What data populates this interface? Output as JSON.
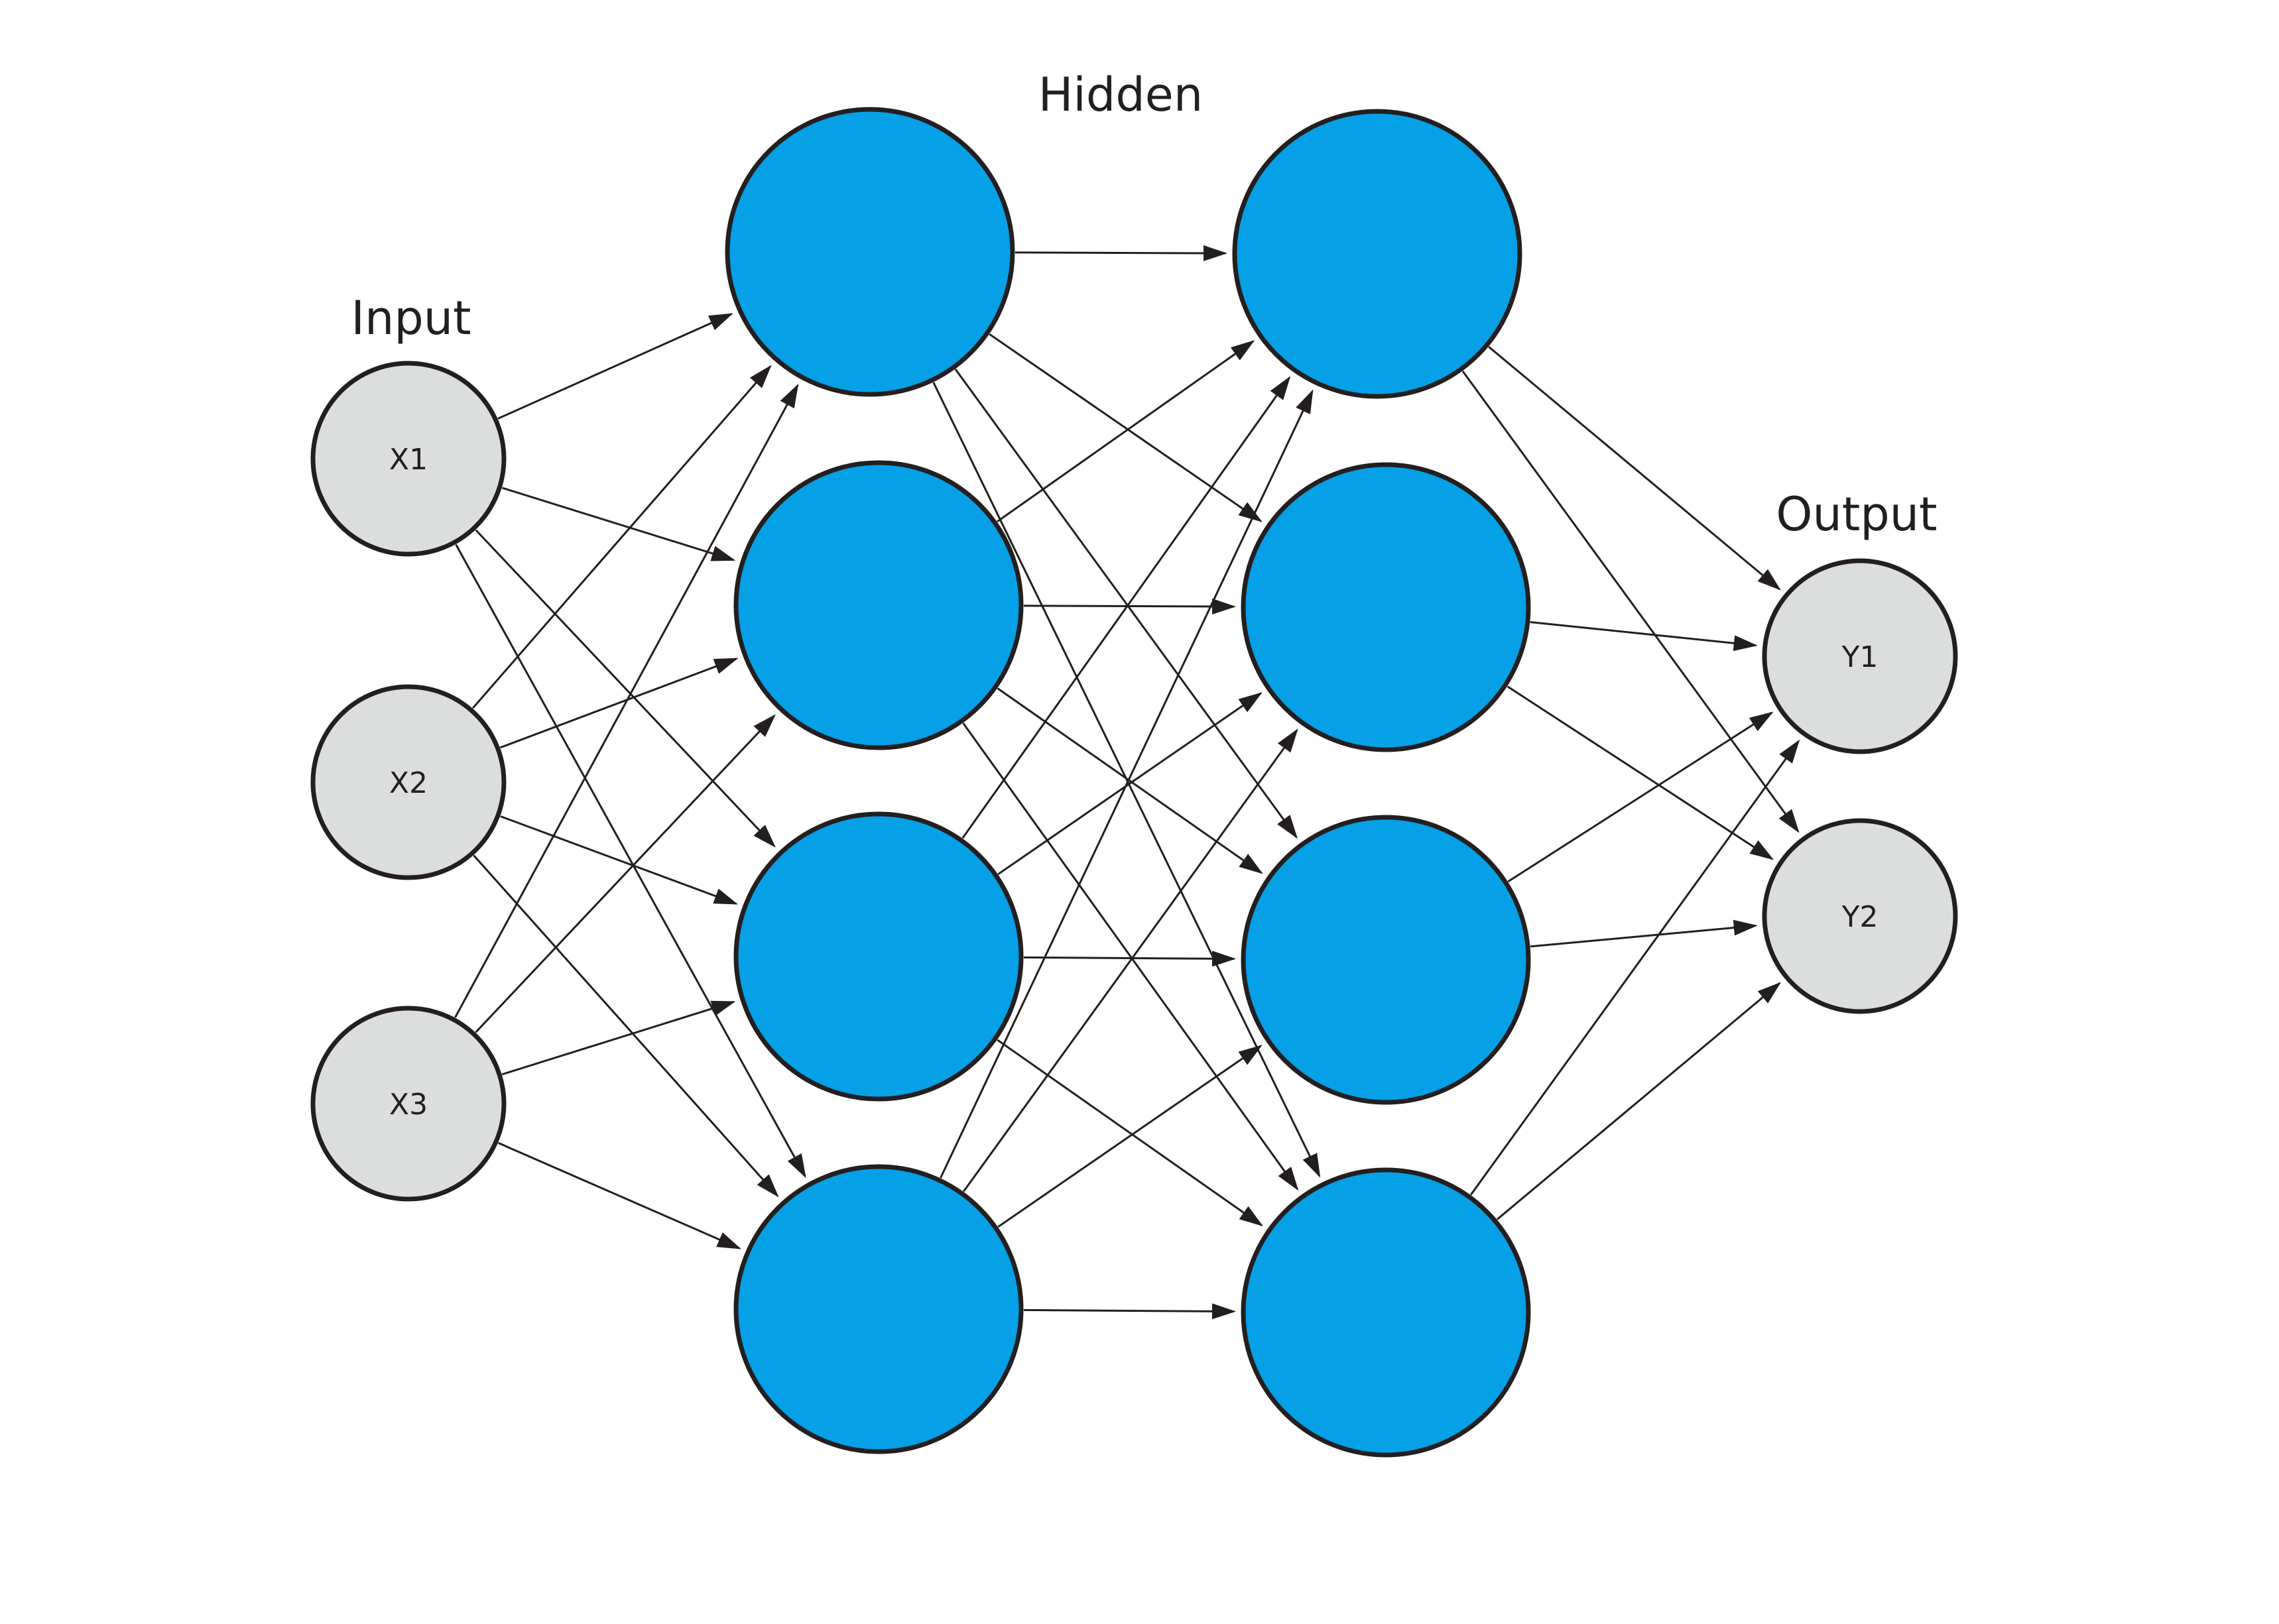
{
  "labels": {
    "input": "Input",
    "hidden": "Hidden",
    "output": "Output"
  },
  "colors": {
    "hidden_fill": "#05a0e6",
    "io_fill": "#dcdddd",
    "stroke": "#231f20",
    "background": "#ffffff"
  },
  "layers": [
    {
      "type": "input",
      "nodes": [
        "X1",
        "X2",
        "X3"
      ]
    },
    {
      "type": "hidden",
      "nodes": [
        "",
        "",
        "",
        ""
      ]
    },
    {
      "type": "hidden",
      "nodes": [
        "",
        "",
        "",
        ""
      ]
    },
    {
      "type": "output",
      "nodes": [
        "Y1",
        "Y2"
      ]
    }
  ],
  "connectivity": "fully-connected"
}
